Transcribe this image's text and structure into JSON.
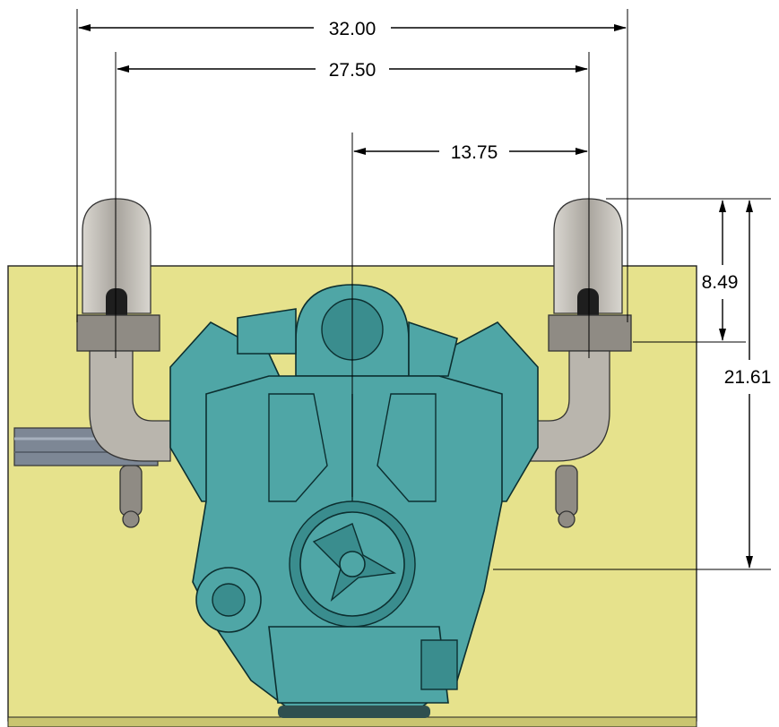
{
  "dimensions": {
    "overall_width": "32.00",
    "tip_to_tip": "27.50",
    "center_to_tip": "13.75",
    "upper_height": "8.49",
    "overall_height": "21.61"
  }
}
